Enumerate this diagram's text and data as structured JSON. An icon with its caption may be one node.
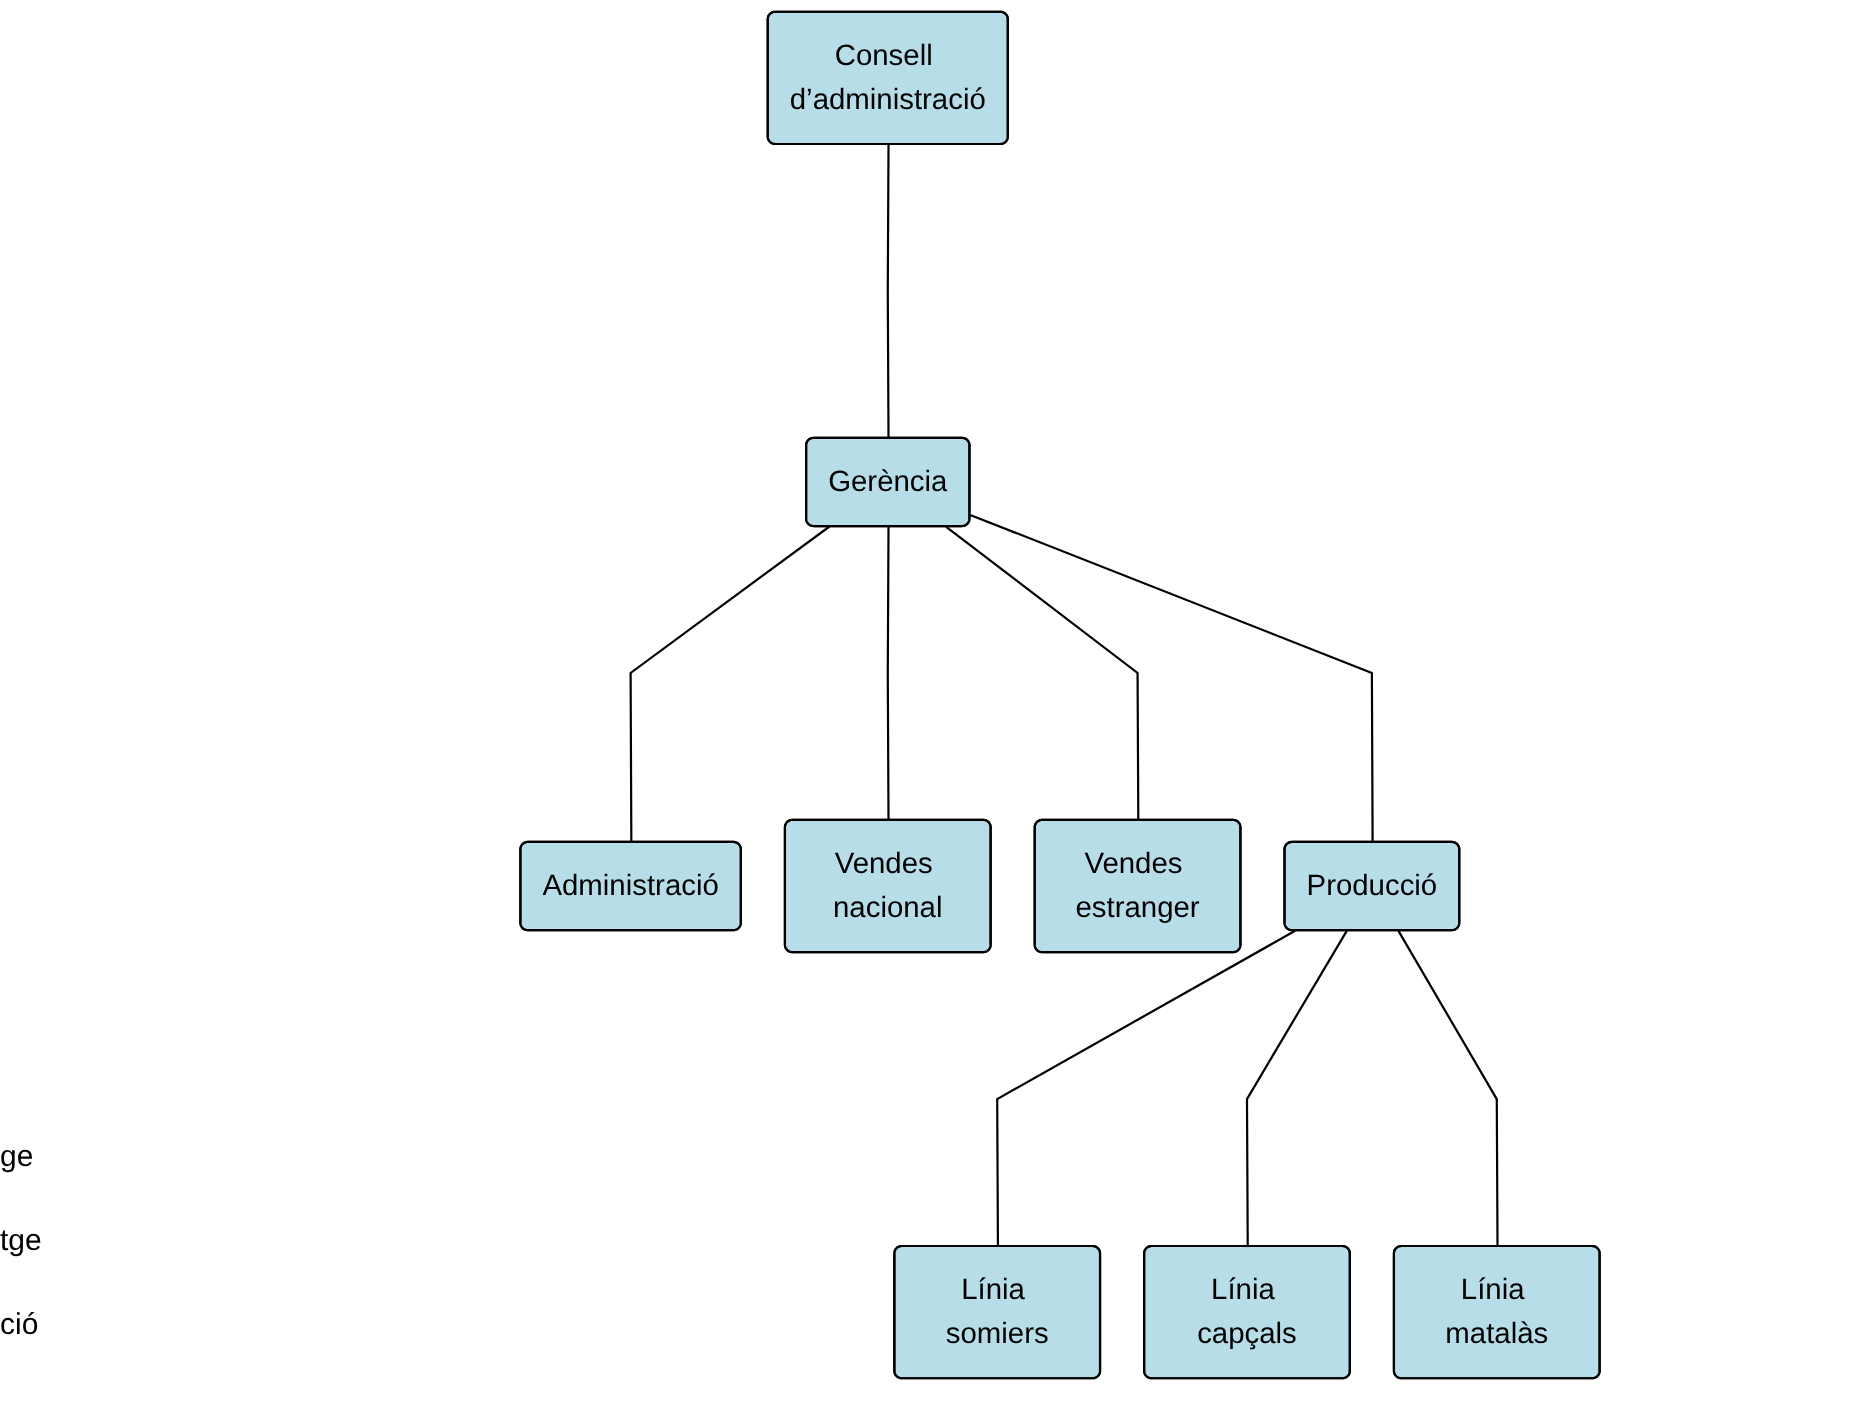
{
  "diagram": {
    "nodes": [
      {
        "text": [
          "Consell d’administració"
        ]
      },
      {
        "text": [
          "Gerència"
        ]
      },
      {
        "text": [
          "Administració"
        ]
      },
      {
        "text": [
          "Vendes nacional"
        ]
      },
      {
        "text": [
          "Vendes estranger"
        ]
      },
      {
        "text": [
          "Producció"
        ]
      },
      {
        "text": [
          "Línia somiers"
        ]
      },
      {
        "text": [
          "Línia capçals"
        ]
      },
      {
        "text": [
          "Línia matalàs"
        ]
      }
    ],
    "edges": [
      {
        "from": 0,
        "to": 1,
        "arrow": "none"
      },
      {
        "from": 1,
        "to": 2,
        "arrow": "none"
      },
      {
        "from": 1,
        "to": 3,
        "arrow": "none"
      },
      {
        "from": 1,
        "to": 4,
        "arrow": "none"
      },
      {
        "from": 1,
        "to": 5,
        "arrow": "none"
      },
      {
        "from": 5,
        "to": 6,
        "arrow": "none"
      },
      {
        "from": 5,
        "to": 7,
        "arrow": "none"
      },
      {
        "from": 5,
        "to": 8,
        "arrow": "none"
      }
    ],
    "labels": [
      "ge",
      "tge",
      "ció"
    ]
  }
}
